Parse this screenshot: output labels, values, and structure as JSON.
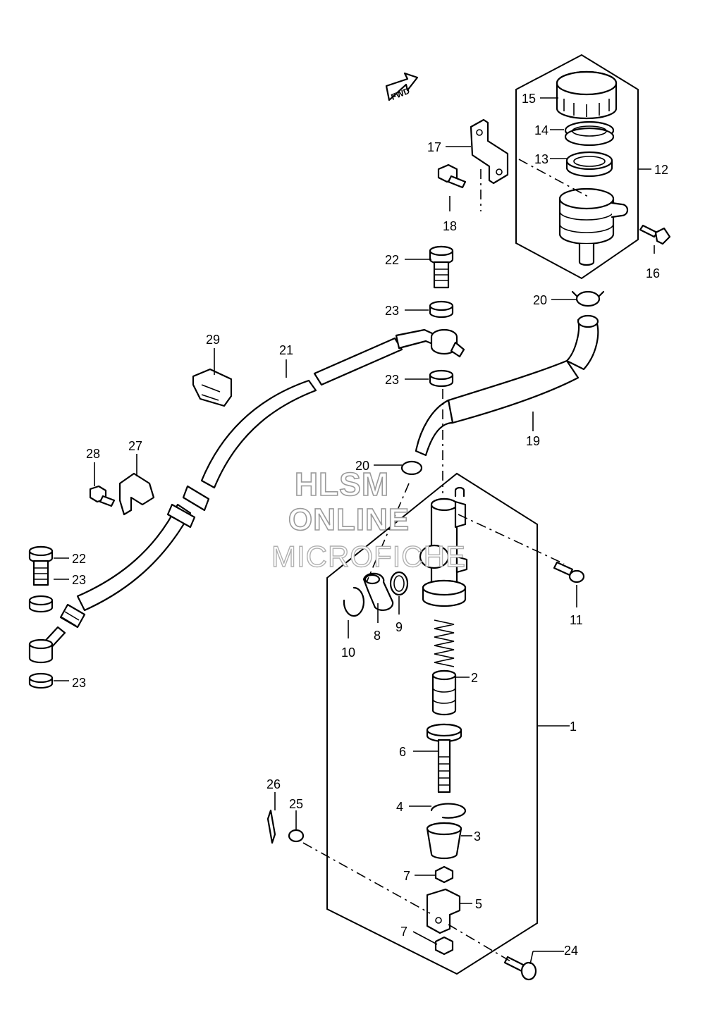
{
  "fwd_label": "FWD",
  "watermark": {
    "line1": "HLSM",
    "line2": "ONLINE",
    "line3": "MICROFICHE"
  },
  "callouts": {
    "c1": "1",
    "c2": "2",
    "c3": "3",
    "c4": "4",
    "c5": "5",
    "c6": "6",
    "c7a": "7",
    "c7b": "7",
    "c8": "8",
    "c9": "9",
    "c10": "10",
    "c11": "11",
    "c12": "12",
    "c13": "13",
    "c14": "14",
    "c15": "15",
    "c16": "16",
    "c17": "17",
    "c18": "18",
    "c19": "19",
    "c20a": "20",
    "c20b": "20",
    "c21": "21",
    "c22a": "22",
    "c22b": "22",
    "c23a": "23",
    "c23b": "23",
    "c23c": "23",
    "c23d": "23",
    "c24": "24",
    "c25": "25",
    "c26": "26",
    "c27": "27",
    "c28": "28",
    "c29": "29"
  }
}
